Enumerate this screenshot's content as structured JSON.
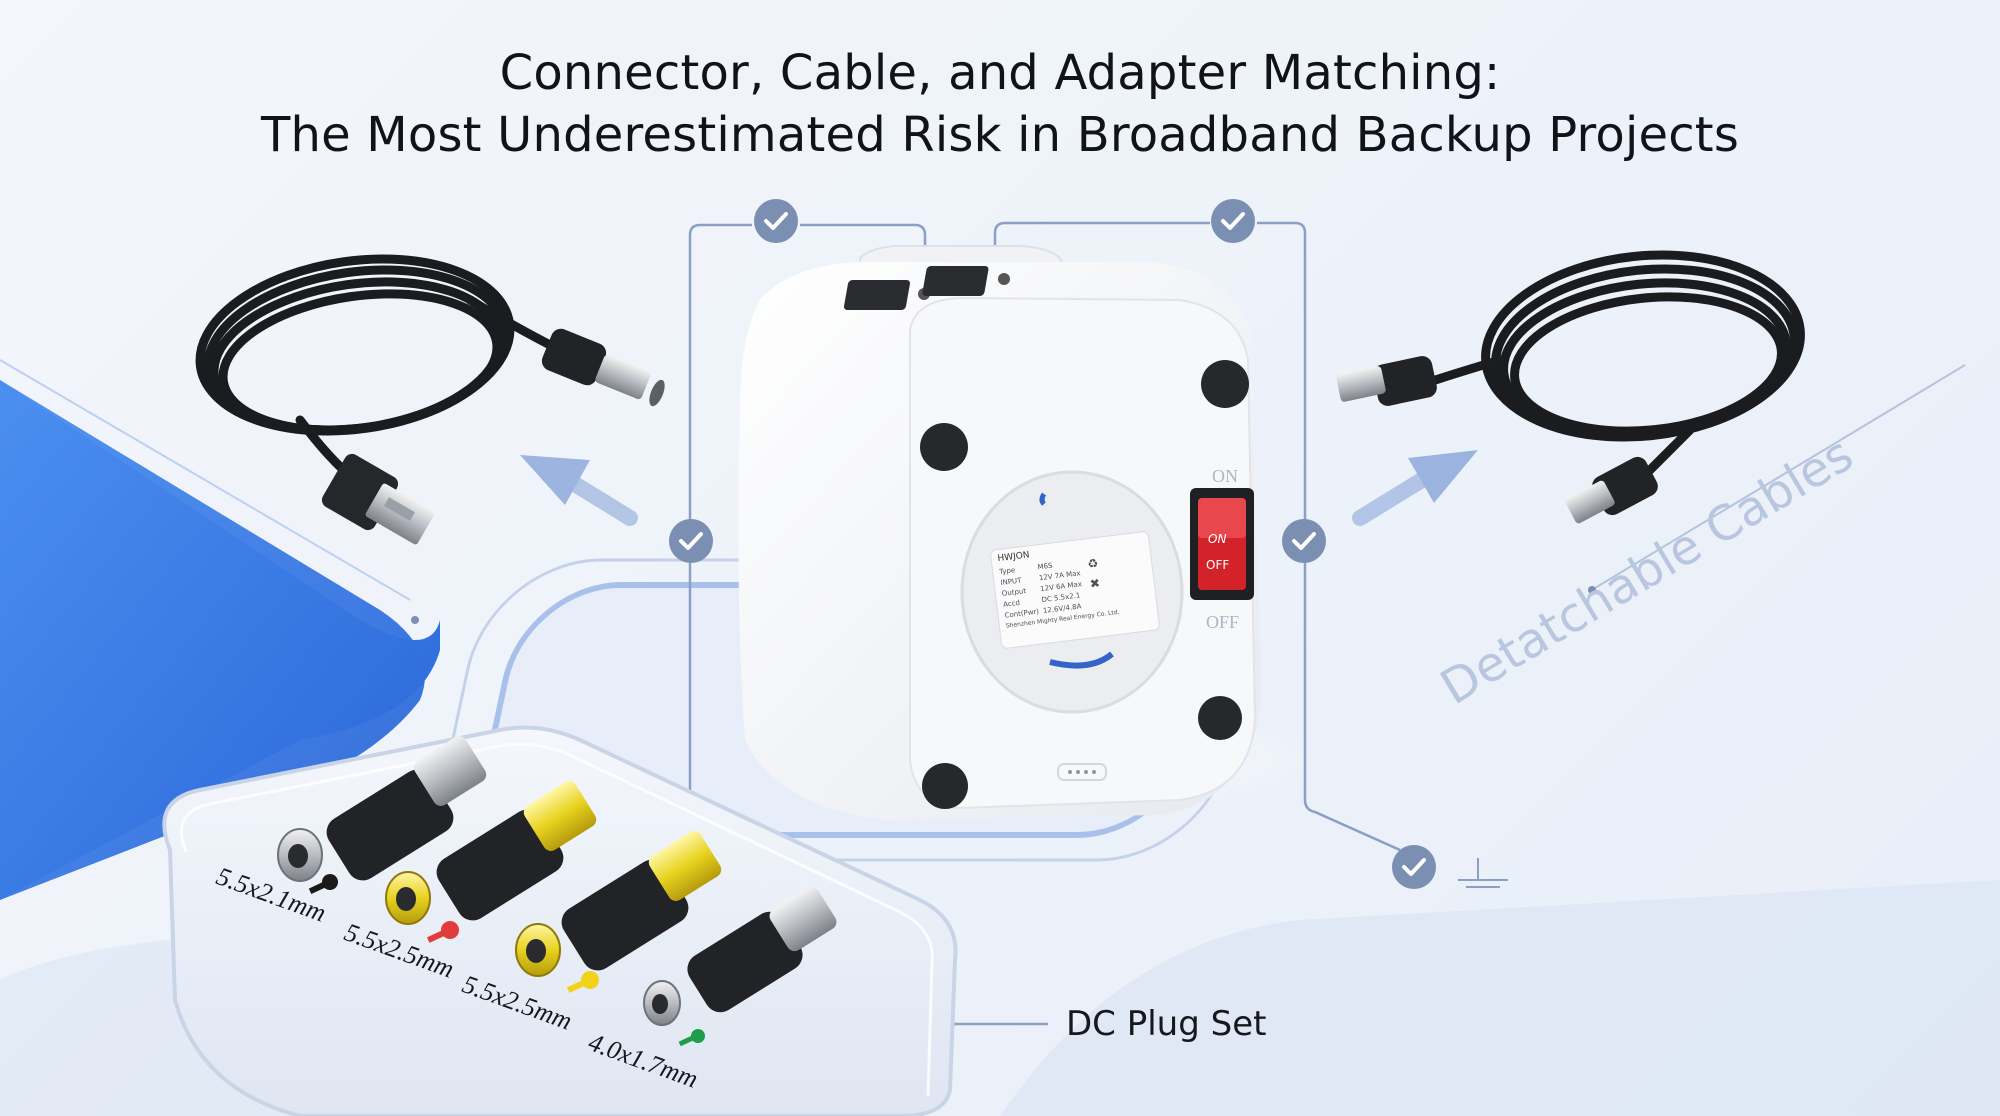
{
  "title": {
    "line1": "Connector, Cable, and Adapter Matching:",
    "line2": "The Most Underestimated Risk in Broadband Backup Projects"
  },
  "callouts": {
    "detachable_cables": "Detatchable Cables",
    "dc_plug_set": "DC Plug Set"
  },
  "device": {
    "switch_on": "ON",
    "switch_off": "OFF",
    "label_brand": "HWJON",
    "label_rows": [
      "Type",
      "INPUT",
      "Output",
      "Accd",
      "Cont(Pwr)"
    ],
    "label_values": [
      "M6S",
      "12V 7A Max",
      "12V 6A Max",
      "DC 5.5x2.1",
      "12.6V/4.8A"
    ],
    "manufacturer": "Shenzhen Mighty Real Energy Co. Ltd."
  },
  "plug_sizes": [
    {
      "size": "5.5x2.1mm",
      "key_color": "#1a1a1a"
    },
    {
      "size": "5.5x2.5mm",
      "key_color": "#e23b3b"
    },
    {
      "size": "5.5x2.5mm",
      "key_color": "#f2d21b"
    },
    {
      "size": "4.0x1.7mm",
      "key_color": "#1f9d4c"
    }
  ],
  "icons": [
    "check-icon",
    "usb-cable-icon",
    "dc-cable-icon",
    "arrow-icon",
    "key-icon",
    "recycle-icon",
    "bin-icon"
  ],
  "colors": {
    "accent_blue": "#2f72e0",
    "check_badge": "#7b8fb3",
    "switch_red": "#d3222a"
  }
}
